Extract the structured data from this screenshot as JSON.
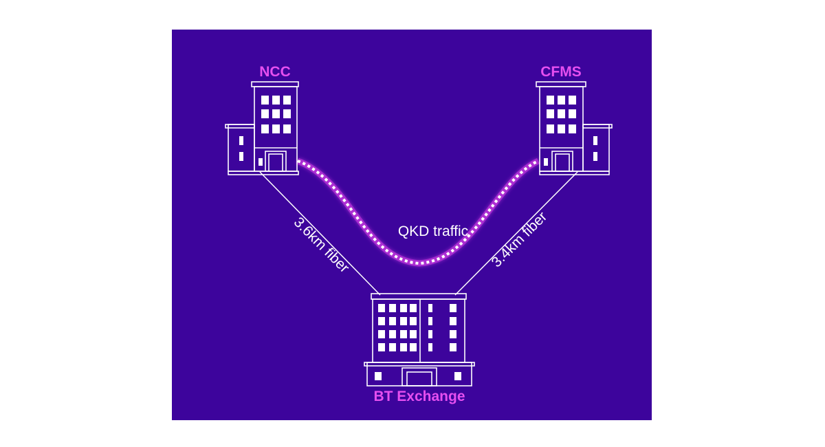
{
  "colors": {
    "background": "#3d049c",
    "building_stroke": "#ffffff",
    "site_label": "#e64ff0",
    "qkd_link": "#ffffff",
    "qkd_glow": "#d23ce6"
  },
  "sites": {
    "left": {
      "name": "NCC"
    },
    "right": {
      "name": "CFMS"
    },
    "bottom": {
      "name": "BT Exchange"
    }
  },
  "links": {
    "left_fiber": {
      "label": "3.6km fiber"
    },
    "right_fiber": {
      "label": "3.4km fiber"
    },
    "qkd": {
      "label": "QKD traffic"
    }
  }
}
